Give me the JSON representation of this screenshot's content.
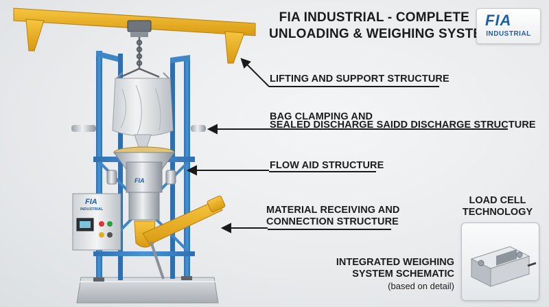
{
  "header": {
    "title_line1": "FIA INDUSTRIAL - COMPLETE",
    "title_line2": "UNLOADING & WEIGHING SYSTEM"
  },
  "logo": {
    "mark": "FIA",
    "sub": "INDUSTRIAL"
  },
  "callouts": [
    {
      "id": "lifting",
      "lines": [
        "LIFTING AND SUPPORT STRUCTURE"
      ]
    },
    {
      "id": "clamping",
      "lines": [
        "BAG CLAMPING AND",
        "SEALED DISCHARGE SAIDD DISCHARGE STRUCTURE"
      ]
    },
    {
      "id": "flow",
      "lines": [
        "FLOW AID STRUCTURE"
      ]
    },
    {
      "id": "receiving",
      "lines": [
        "MATERIAL RECEIVING AND",
        "CONNECTION STRUCTURE"
      ]
    }
  ],
  "load_cell": {
    "title_line1": "LOAD CELL",
    "title_line2": "TECHNOLOGY"
  },
  "weighing": {
    "line1": "INTEGRATED WEIGHING",
    "line2": "SYSTEM SCHEMATIC",
    "note": "(based on detail)"
  },
  "cabinet": {
    "logo": "FIA",
    "sub": "INDUSTRIAL"
  },
  "equipment_logo": "FIA",
  "colors": {
    "frame_blue": "#3f86c6",
    "crane_yellow": "#f2b21f",
    "brand_blue": "#1d5fa8",
    "text_dark": "#1c1c1c"
  }
}
